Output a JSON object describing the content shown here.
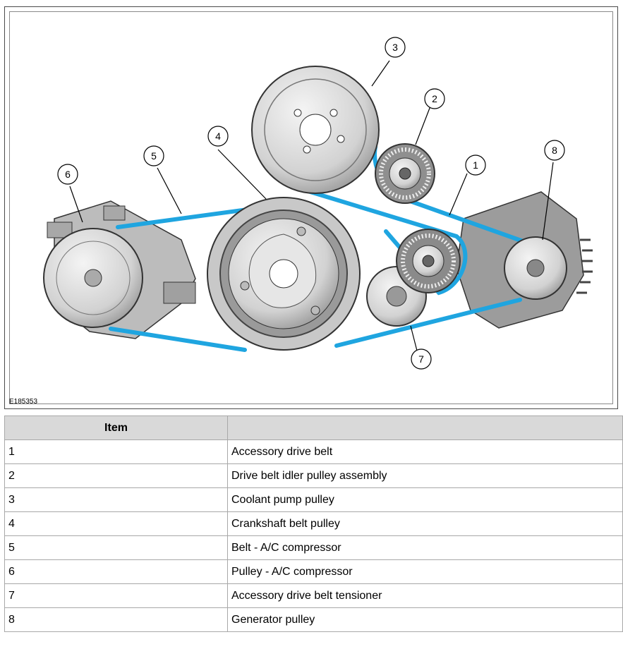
{
  "figure": {
    "id_label": "E185353",
    "callouts": [
      "1",
      "2",
      "3",
      "4",
      "5",
      "6",
      "7",
      "8"
    ],
    "belt_color": "#1fa5e0"
  },
  "table": {
    "headers": [
      "Item",
      ""
    ],
    "rows": [
      {
        "item": "1",
        "desc": "Accessory drive belt"
      },
      {
        "item": "2",
        "desc": "Drive belt idler pulley assembly"
      },
      {
        "item": "3",
        "desc": "Coolant pump pulley"
      },
      {
        "item": "4",
        "desc": "Crankshaft belt pulley"
      },
      {
        "item": "5",
        "desc": "Belt - A/C compressor"
      },
      {
        "item": "6",
        "desc": "Pulley - A/C compressor"
      },
      {
        "item": "7",
        "desc": "Accessory drive belt tensioner"
      },
      {
        "item": "8",
        "desc": "Generator pulley"
      }
    ]
  }
}
